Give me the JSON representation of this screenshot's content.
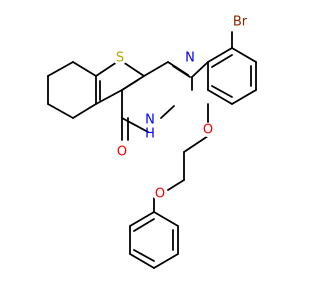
{
  "atoms": {
    "br": {
      "label": "Br",
      "color": "#8B2500"
    },
    "s": {
      "label": "S",
      "color": "#B8A400"
    },
    "n1": {
      "label": "N",
      "color": "#0000FF"
    },
    "nh": {
      "label": "H",
      "color": "#0000FF"
    },
    "nh_n": {
      "label": "N",
      "color": "#0000FF"
    },
    "o_carbonyl": {
      "label": "O",
      "color": "#FF0000"
    },
    "o_ether1": {
      "label": "O",
      "color": "#FF0000"
    },
    "o_ether2": {
      "label": "O",
      "color": "#FF0000"
    }
  },
  "bond_color": "#000000"
}
